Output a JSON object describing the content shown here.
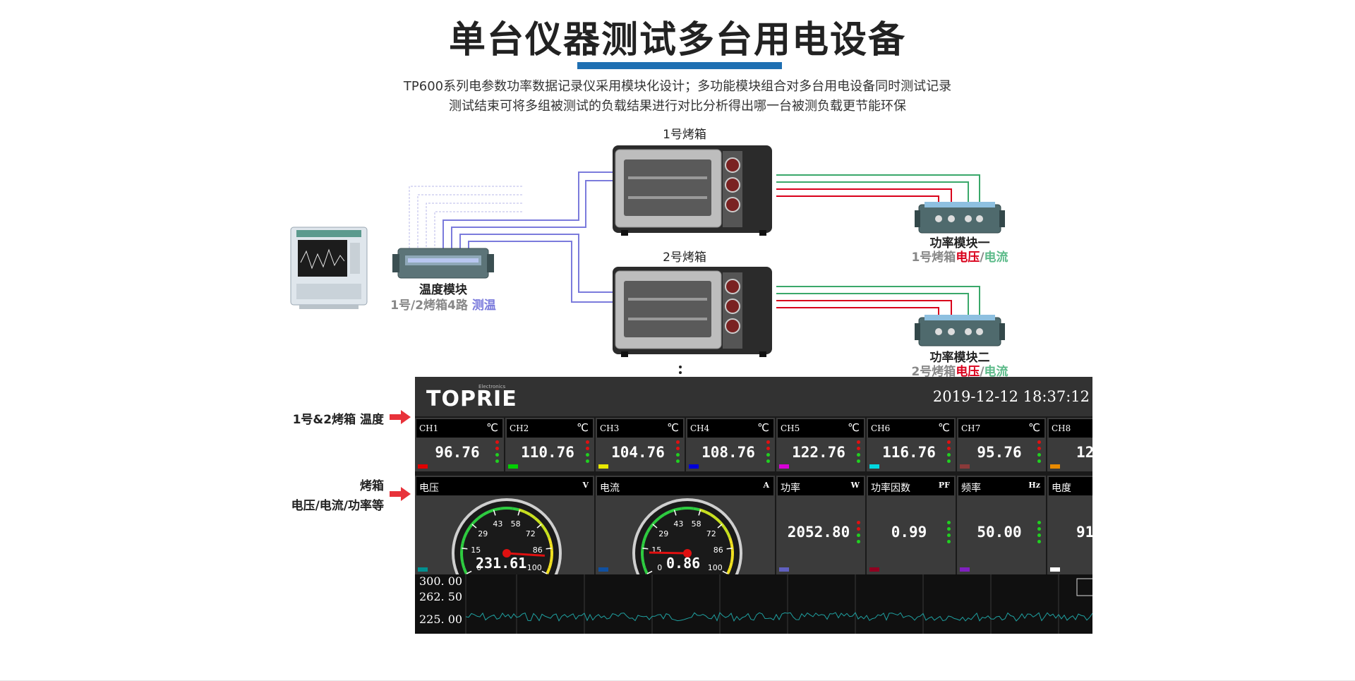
{
  "title": "单台仪器测试多台用电设备",
  "subtitle_line1": "TP600系列电参数功率数据记录仪采用模块化设计；多功能模块组合对多台用电设备同时测试记录",
  "subtitle_line2": "测试结束可将多组被测试的负载结果进行对比分析得出哪一台被测负载更节能环保",
  "oven1_label": "1号烤箱",
  "oven2_label": "2号烤箱",
  "temp_module": {
    "name": "温度模块",
    "desc_prefix": "1号/2烤箱4路 ",
    "desc_highlight": "测温"
  },
  "power_module1": {
    "name": "功率模块一",
    "desc_prefix": "1号烤箱",
    "voltage": "电压",
    "slash": "/",
    "current": "电流"
  },
  "power_module2": {
    "name": "功率模块二",
    "desc_prefix": "2号烤箱",
    "voltage": "电压",
    "slash": "/",
    "current": "电流"
  },
  "side_label_temp": "1号&2烤箱 温度",
  "side_label_power_1": "烤箱",
  "side_label_power_2": "电压/电流/功率等",
  "screen": {
    "logo": "TOPRIE",
    "logo_sub": "Electronics",
    "datetime": "2019-12-12   18:37:12",
    "channels": [
      {
        "name": "CH1",
        "unit": "℃",
        "value": "96.76",
        "color": "#e00000"
      },
      {
        "name": "CH2",
        "unit": "℃",
        "value": "110.76",
        "color": "#00d000"
      },
      {
        "name": "CH3",
        "unit": "℃",
        "value": "104.76",
        "color": "#e8e800"
      },
      {
        "name": "CH4",
        "unit": "℃",
        "value": "108.76",
        "color": "#0000d8"
      },
      {
        "name": "CH5",
        "unit": "℃",
        "value": "122.76",
        "color": "#d800d8"
      },
      {
        "name": "CH6",
        "unit": "℃",
        "value": "116.76",
        "color": "#00d8e0"
      },
      {
        "name": "CH7",
        "unit": "℃",
        "value": "95.76",
        "color": "#8a3a3a"
      },
      {
        "name": "CH8",
        "unit": "℃",
        "value": "124",
        "color": "#e88a00"
      }
    ],
    "params": [
      {
        "name": "电压",
        "unit": "V",
        "value": "231.61",
        "color": "#009090",
        "gauge": true
      },
      {
        "name": "电流",
        "unit": "A",
        "value": "0.86",
        "color": "#1050a0",
        "gauge": true
      },
      {
        "name": "功率",
        "unit": "W",
        "value": "2052.80",
        "color": "#6060c0",
        "gauge": false
      },
      {
        "name": "功率因数",
        "unit": "PF",
        "value": "0.99",
        "color": "#900020",
        "gauge": false
      },
      {
        "name": "频率",
        "unit": "Hz",
        "value": "50.00",
        "color": "#8020c0",
        "gauge": false
      },
      {
        "name": "电度",
        "unit": "",
        "value": "91.",
        "color": "#ffffff",
        "gauge": false
      }
    ],
    "gauge_ticks": [
      "0",
      "15",
      "29",
      "43",
      "58",
      "72",
      "86",
      "100"
    ],
    "gauge1_level": 0.9,
    "gauge2_level": 0.12,
    "trend_ticks": [
      "300. 00",
      "262. 50",
      "225. 00"
    ]
  }
}
